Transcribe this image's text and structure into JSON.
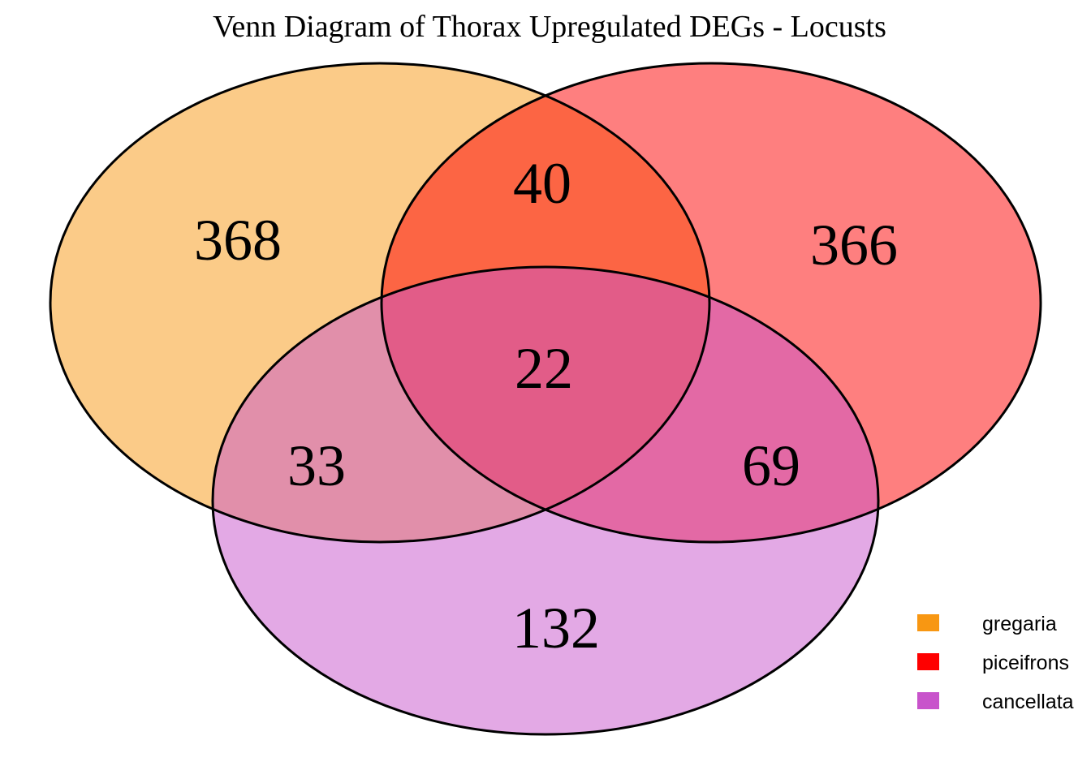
{
  "chart_data": {
    "type": "venn",
    "title": "Venn Diagram of Thorax Upregulated DEGs - Locusts",
    "outline_color": "#000000",
    "text_color": "#000000",
    "background_color": "#FFFFFF",
    "fill_opacity": 0.5,
    "legend_position": "bottom-right",
    "sets": [
      {
        "name": "gregaria",
        "color": "#F89712"
      },
      {
        "name": "piceifrons",
        "color": "#FE0000"
      },
      {
        "name": "cancellata",
        "color": "#C853CB"
      }
    ],
    "regions": [
      {
        "sets": [
          "gregaria"
        ],
        "value": 368
      },
      {
        "sets": [
          "piceifrons"
        ],
        "value": 366
      },
      {
        "sets": [
          "cancellata"
        ],
        "value": 132
      },
      {
        "sets": [
          "gregaria",
          "piceifrons"
        ],
        "value": 40
      },
      {
        "sets": [
          "gregaria",
          "cancellata"
        ],
        "value": 33
      },
      {
        "sets": [
          "piceifrons",
          "cancellata"
        ],
        "value": 69
      },
      {
        "sets": [
          "gregaria",
          "piceifrons",
          "cancellata"
        ],
        "value": 22
      }
    ]
  }
}
